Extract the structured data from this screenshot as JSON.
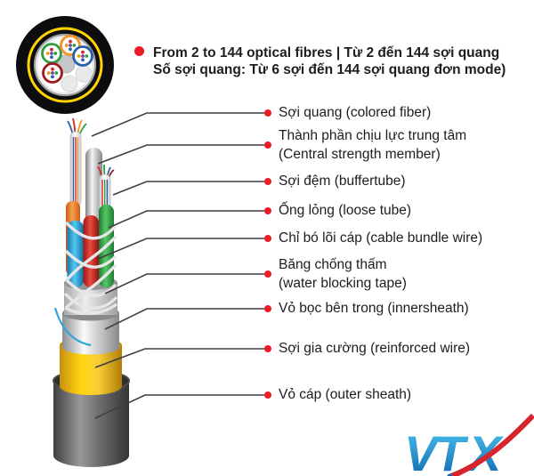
{
  "header": {
    "line1": "From 2 to 144 optical fibres  | Từ 2 đến 144 sợi quang",
    "line2": "Số sợi quang: Từ 6 sợi đến 144 sợi quang đơn mode)"
  },
  "labels": {
    "colored_fiber": "Sợi quang (colored fiber)",
    "central_strength_line1": "Thành phần chịu lực trung tâm",
    "central_strength_line2": "(Central strength member)",
    "buffer_tube": "Sợi đệm (buffertube)",
    "loose_tube": "Ống lỏng (loose tube)",
    "cable_bundle_wire": "Chỉ bó lõi cáp (cable bundle wire)",
    "water_blocking_line1": "Băng chống thấm",
    "water_blocking_line2": "(water blocking tape)",
    "inner_sheath": "Vỏ bọc bên trong (innersheath)",
    "reinforced_wire": "Sợi gia cường (reinforced wire)",
    "outer_sheath": "Vỏ cáp (outer sheath)"
  },
  "logo": {
    "vt": "VT",
    "x": "X",
    "brand_blue": "#1b9ad6",
    "brand_red": "#d8242b"
  },
  "colors": {
    "marker_dot": "#ed1c24",
    "leader_line": "#3f3f41",
    "outer_sheath_gray": "#58595b",
    "reinforced_yellow": "#ffd712",
    "inner_sheath_silver": "#d1d3d4",
    "water_tape_silver": "#e6e7e8",
    "loose_tube_red": "#c1272d",
    "loose_tube_green": "#39b54a",
    "loose_tube_cyan": "#29abe2",
    "loose_tube_orange": "#f15a24",
    "cross_section_ring_yellow": "#ffd400",
    "cross_section_black": "#0d0d0f"
  }
}
